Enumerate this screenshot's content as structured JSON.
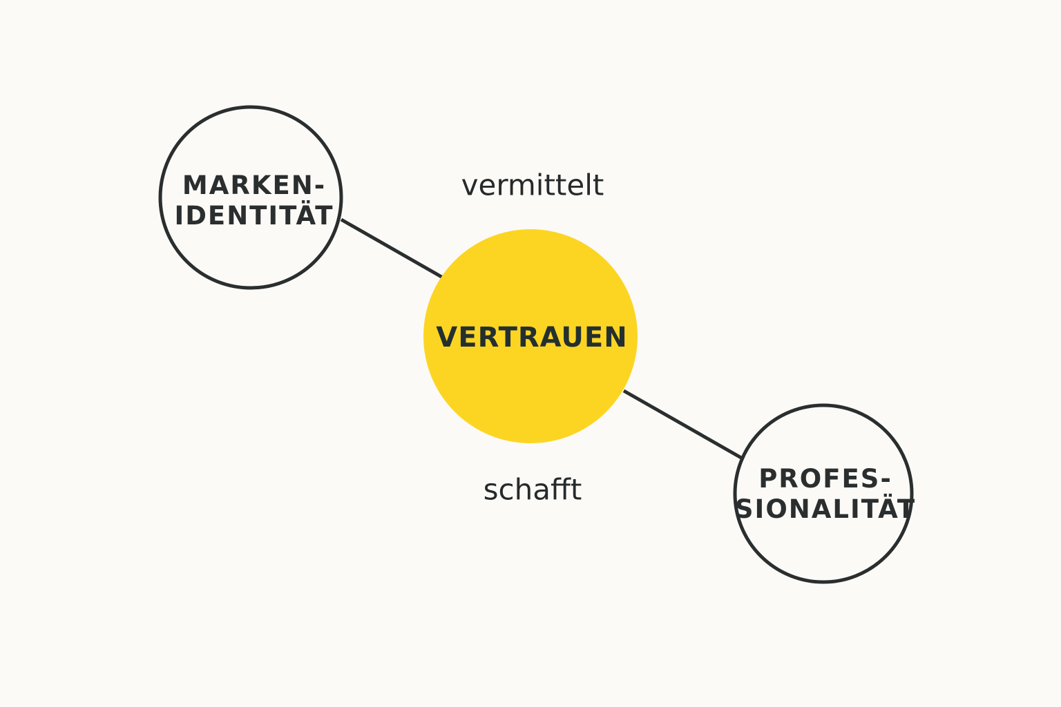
{
  "diagram": {
    "nodes": [
      {
        "id": "markenidentitaet",
        "line1": "MARKEN-",
        "line2": "IDENTITÄT",
        "fill": "#fbfaf7",
        "stroke": "#2a2e2e"
      },
      {
        "id": "vertrauen",
        "label": "VERTRAUEN",
        "fill": "#fcd523"
      },
      {
        "id": "professionalitaet",
        "line1": "PROFES-",
        "line2": "SIONALITÄT",
        "fill": "#fbfaf7",
        "stroke": "#2a2e2e"
      }
    ],
    "edges": [
      {
        "from": "markenidentitaet",
        "to": "vertrauen",
        "label": "vermittelt"
      },
      {
        "from": "vertrauen",
        "to": "professionalitaet",
        "label": "schafft"
      }
    ]
  },
  "colors": {
    "background": "#fbfaf7",
    "accent": "#fcd523",
    "ink": "#2a2e2e"
  }
}
